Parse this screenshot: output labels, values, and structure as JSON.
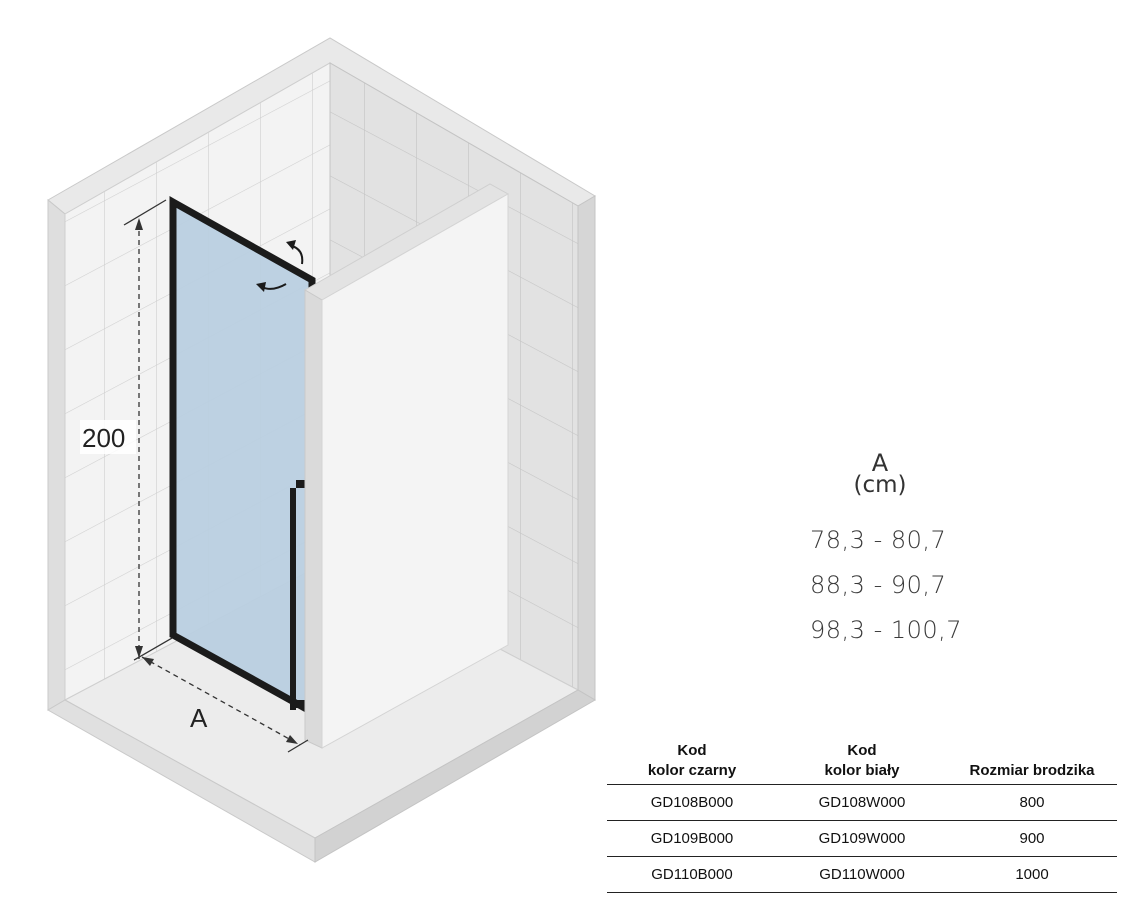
{
  "diagram": {
    "height_label": "200",
    "width_label": "A",
    "icons": [
      "rotate-arrow-icon",
      "rotate-arrow-icon"
    ]
  },
  "ranges": {
    "header_letter": "A",
    "header_unit": "(cm)",
    "items": [
      "78,3 - 80,7",
      "88,3 - 90,7",
      "98,3 - 100,7"
    ]
  },
  "table": {
    "headers": [
      {
        "line1": "Kod",
        "line2": "kolor czarny"
      },
      {
        "line1": "Kod",
        "line2": "kolor biały"
      },
      {
        "line1": "",
        "line2": "Rozmiar brodzika"
      }
    ],
    "rows": [
      [
        "GD108B000",
        "GD108W000",
        "800"
      ],
      [
        "GD109B000",
        "GD109W000",
        "900"
      ],
      [
        "GD110B000",
        "GD110W000",
        "1000"
      ]
    ]
  },
  "colors": {
    "glass": "#b9cfe0",
    "frame": "#1b1b1b",
    "wall_light": "#f1f1f1",
    "wall_shade": "#dcdcdc",
    "floor": "#ebebeb",
    "panel": "#f4f4f4"
  }
}
